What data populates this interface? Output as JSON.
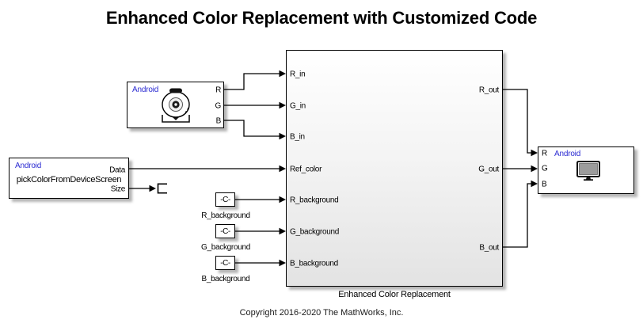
{
  "title": "Enhanced Color Replacement with Customized Code",
  "copyright": "Copyright 2016-2020 The MathWorks, Inc.",
  "colors": {
    "android_label_blue": "#2B2BD2",
    "wire": "#000000",
    "main_block_fill_top": "#FFFFFF",
    "main_block_fill_bottom": "#E3E3E3",
    "monitor_screen_gray": "#9C9C9C",
    "block_border": "#000000"
  },
  "icons": {
    "camera_block_icon": "webcam-icon",
    "display_block_icon": "monitor-icon",
    "size_output_sink": "terminator-icon"
  },
  "blocks": {
    "camera": {
      "vendor": "Android",
      "ports_out": [
        "R",
        "G",
        "B"
      ]
    },
    "picker": {
      "vendor": "Android",
      "name": "pickColorFromDeviceScreen",
      "ports_out": [
        "Data",
        "Size"
      ]
    },
    "constants": [
      {
        "value": "-C-",
        "label": "R_background"
      },
      {
        "value": "-C-",
        "label": "G_background"
      },
      {
        "value": "-C-",
        "label": "B_background"
      }
    ],
    "main": {
      "label": "Enhanced Color Replacement",
      "ports_in": [
        "R_in",
        "G_in",
        "B_in",
        "Ref_color",
        "R_background",
        "G_background",
        "B_background"
      ],
      "ports_out": [
        "R_out",
        "G_out",
        "B_out"
      ]
    },
    "display": {
      "vendor": "Android",
      "ports_in": [
        "R",
        "G",
        "B"
      ]
    }
  }
}
